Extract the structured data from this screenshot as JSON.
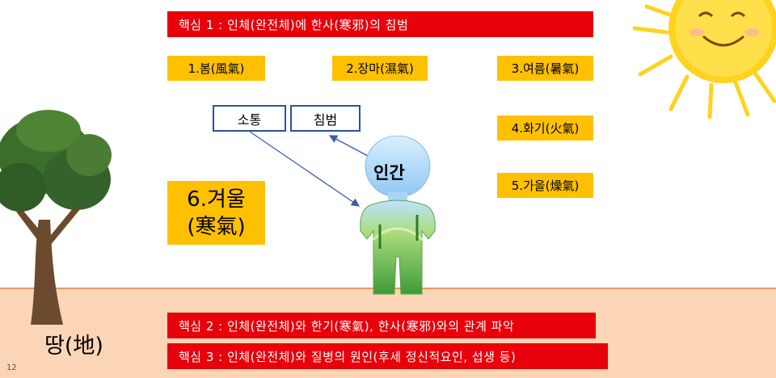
{
  "core1": "핵심 1 : 인체(완전체)에 한사(寒邪)의 침범",
  "core2": "핵심 2 : 인체(완전체)와 한기(寒氣), 한사(寒邪)와의 관계 파악",
  "core3": "핵심 3 : 인체(완전체)와 질병의 원인(후세 정신적요인, 섭생 등)",
  "seasons": {
    "spring": "1.봄(風氣)",
    "rainy": "2.장마(濕氣)",
    "summer": "3.여름(暑氣)",
    "fire": "4.화기(火氣)",
    "autumn": "5.가을(燥氣)",
    "winter_line1": "6.겨울",
    "winter_line2": "(寒氣)"
  },
  "labels": {
    "communication": "소통",
    "invasion": "침범",
    "human": "인간",
    "earth": "땅(地)",
    "page_number": "12"
  }
}
